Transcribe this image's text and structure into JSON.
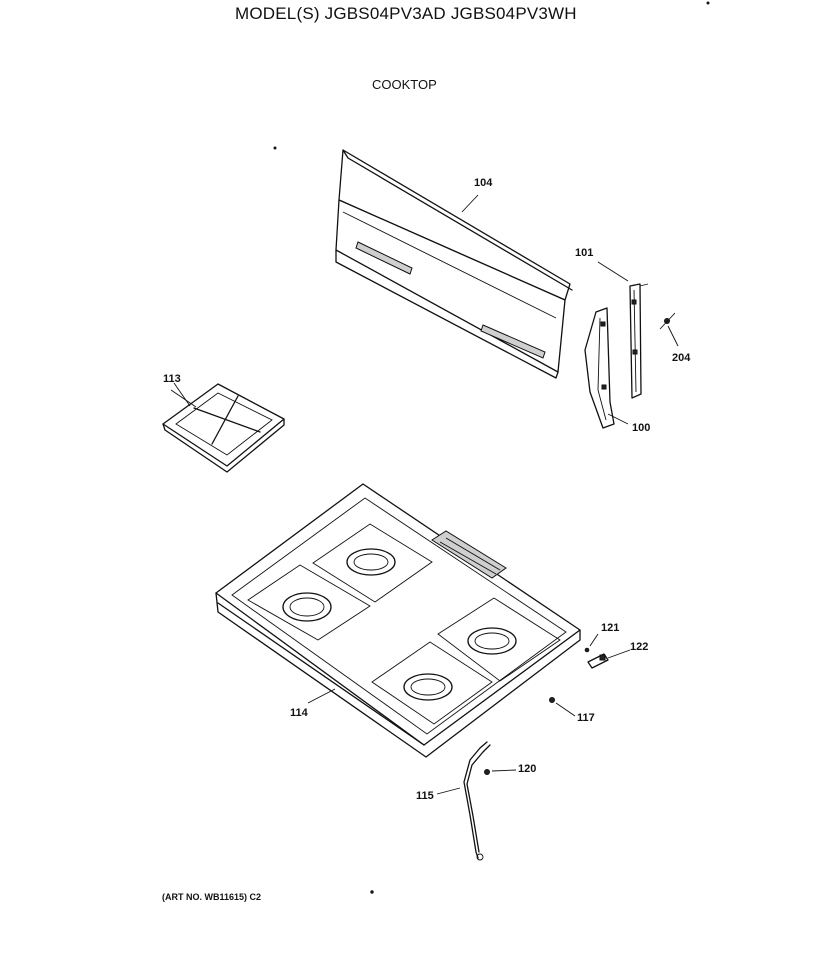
{
  "title": "MODEL(S) JGBS04PV3AD  JGBS04PV3WH",
  "section": "COOKTOP",
  "art_number": "(ART NO. WB11615) C2",
  "parts": {
    "p104": "104",
    "p101": "101",
    "p204": "204",
    "p100": "100",
    "p113": "113",
    "p114": "114",
    "p121": "121",
    "p122": "122",
    "p117": "117",
    "p120": "120",
    "p115": "115"
  }
}
